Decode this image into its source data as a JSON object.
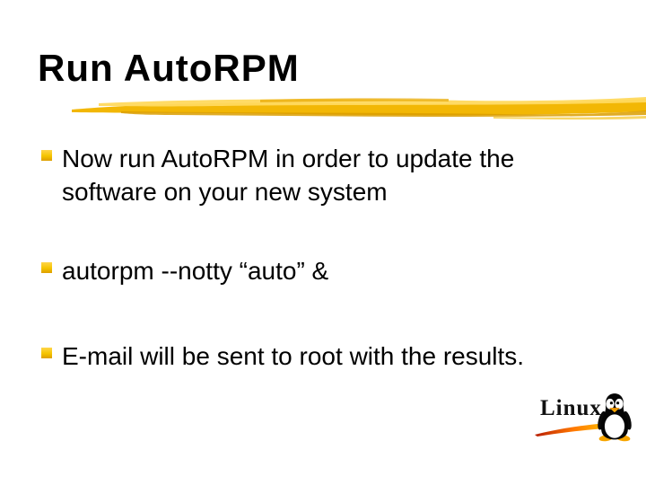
{
  "slide": {
    "title": "Run AutoRPM",
    "bullets": [
      {
        "text": "Now run AutoRPM in order to update the\nsoftware on your new system"
      },
      {
        "text": "autorpm --notty “auto” &"
      },
      {
        "text": "E-mail will be sent to root with the results."
      }
    ],
    "logo": {
      "text": "Linux",
      "icon": "tux-penguin-icon"
    },
    "colors": {
      "background": "#FFFFFF",
      "title_text": "#000000",
      "body_text": "#000000",
      "bullet_square_gold": "#F5C400",
      "brush_stroke_gold": "#F2B705",
      "brush_stroke_highlight": "#FFD95E",
      "brush_stroke_shadow": "#DB9E00",
      "swoosh_red": "#B71C00",
      "swoosh_orange": "#FF7700",
      "swoosh_yellow": "#FFD500",
      "tux_body": "#000000",
      "tux_belly": "#FFFFFF",
      "tux_beak_feet": "#F7A500"
    }
  }
}
